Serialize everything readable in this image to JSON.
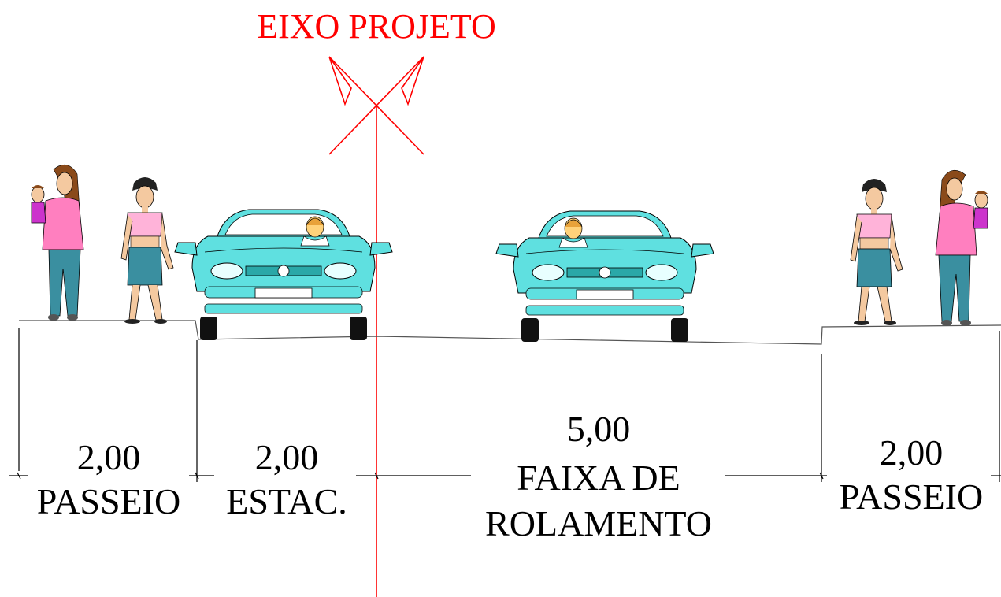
{
  "axis": {
    "title": "EIXO PROJETO",
    "color": "#ff0000"
  },
  "sections": [
    {
      "width": "2,00",
      "name": "PASSEIO"
    },
    {
      "width": "2,00",
      "name": "ESTAC."
    },
    {
      "width": "5,00",
      "name_line1": "FAIXA DE",
      "name_line2": "ROLAMENTO"
    },
    {
      "width": "2,00",
      "name": "PASSEIO"
    }
  ],
  "colors": {
    "car_body": "#5fe0e0",
    "car_dark": "#2aa8a8",
    "shirt": "#ff7fbf",
    "jeans": "#3a8fa0",
    "hair": "#8a4a1a"
  },
  "icons": {
    "pedestrian": "woman-standing-icon",
    "pedestrian_with_child": "woman-with-child-icon",
    "car": "car-front-view-icon"
  }
}
